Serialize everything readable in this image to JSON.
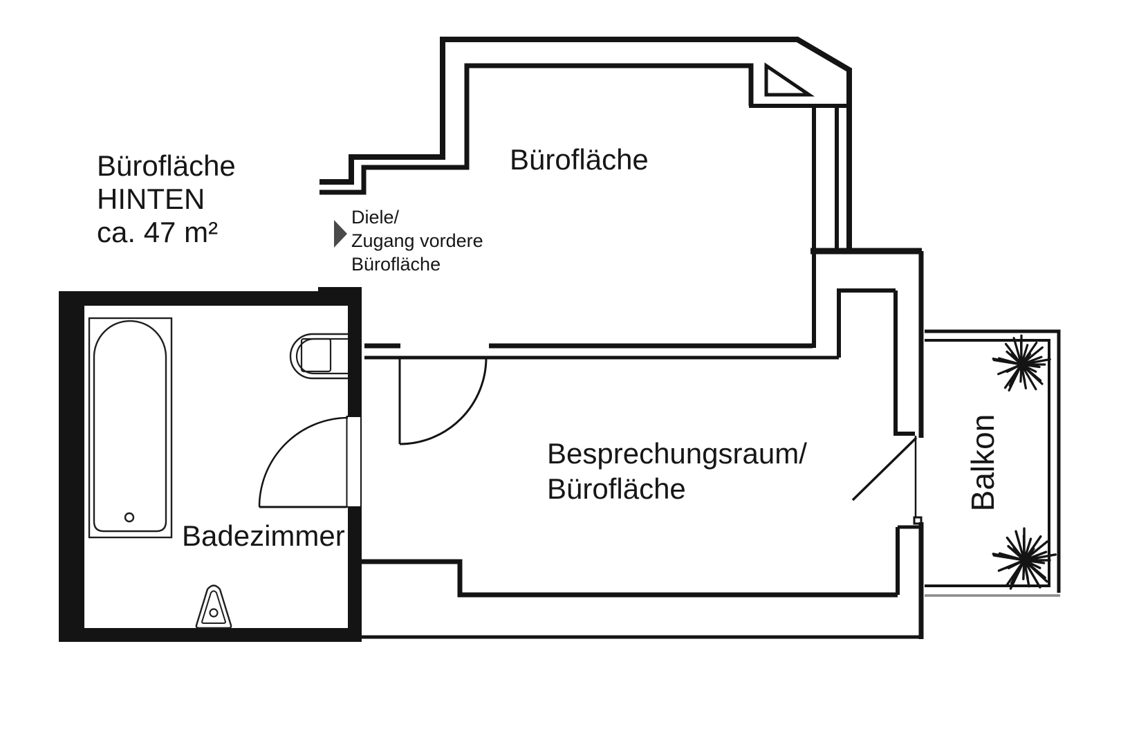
{
  "labels": {
    "title_block": {
      "line1": "Bürofläche",
      "line2": "HINTEN",
      "line3": "ca. 47 m²"
    },
    "office_top": "Bürofläche",
    "hallway": {
      "line1": "Diele/",
      "line2": "Zugang vordere",
      "line3": "Bürofläche"
    },
    "bathroom": "Badezimmer",
    "meeting": {
      "line1": "Besprechungsraum/",
      "line2": "Bürofläche"
    },
    "balcony": "Balkon"
  },
  "colors": {
    "wall": "#141414",
    "fixture": "#1f1f1f",
    "arrow": "#4a4a4a",
    "balcony_gray": "#8a8a8a"
  }
}
